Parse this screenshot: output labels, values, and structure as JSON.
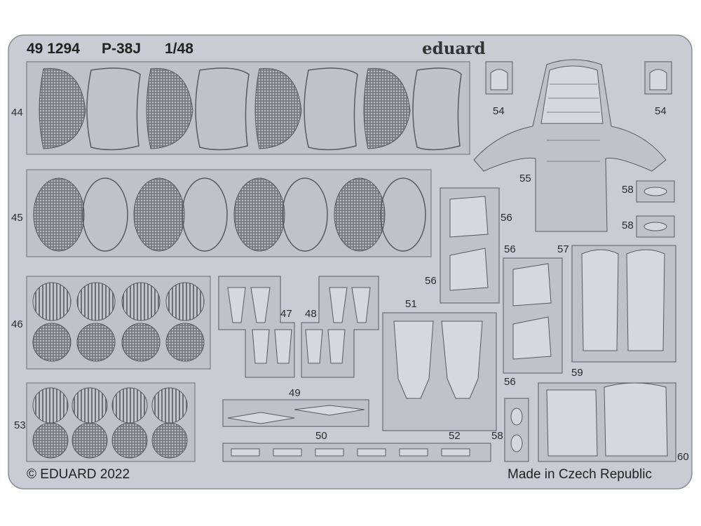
{
  "header": {
    "catalog": "49 1294",
    "aircraft": "P-38J",
    "scale": "1/48",
    "brand": "eduard"
  },
  "footer": {
    "copyright": "© EDUARD 2022",
    "origin": "Made in Czech Republic"
  },
  "part_labels": {
    "p44": "44",
    "p45": "45",
    "p46": "46",
    "p53": "53",
    "p47": "47",
    "p48": "48",
    "p49": "49",
    "p50": "50",
    "p51": "51",
    "p52": "52",
    "p54a": "54",
    "p54b": "54",
    "p55": "55",
    "p56a": "56",
    "p56b": "56",
    "p56c": "56",
    "p56d": "56",
    "p57": "57",
    "p58a": "58",
    "p58b": "58",
    "p58c": "58",
    "p59": "59",
    "p60": "60"
  },
  "colors": {
    "metal": "#c9ccd3",
    "part": "#bfc2c9",
    "edge": "#555a63",
    "mesh": "#6d7078",
    "background": "#ffffff"
  }
}
